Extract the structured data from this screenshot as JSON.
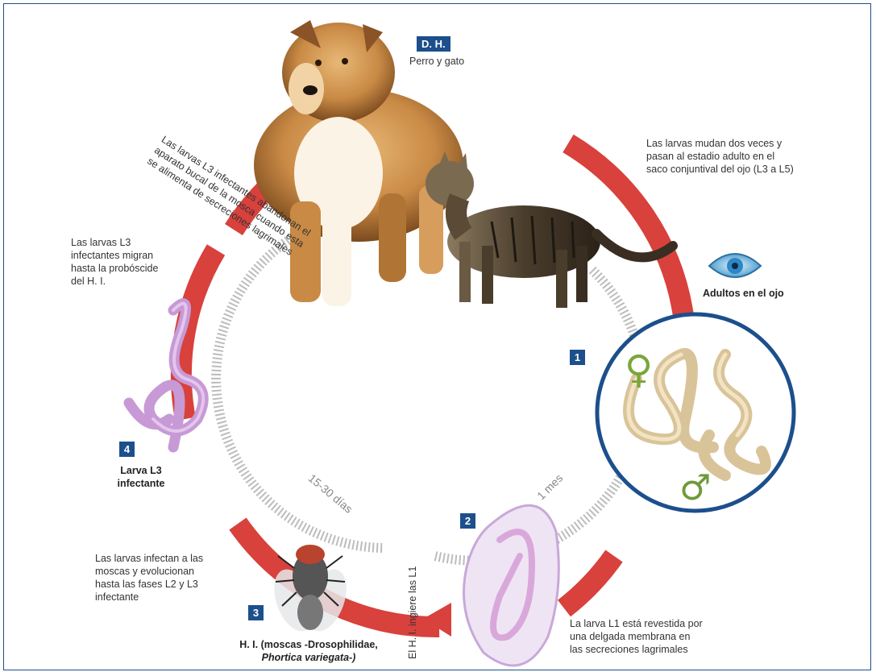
{
  "definitive_host": {
    "badge": "D. H.",
    "label": "Perro y gato"
  },
  "adults_in_eye": {
    "label": "Adultos en el ojo",
    "icon": "eye-icon"
  },
  "notes": {
    "molt_line1": "Las larvas mudan dos veces y",
    "molt_line2": "pasan al estadio adulto en el",
    "molt_line3": "saco conjuntival del ojo (L3 a L5)",
    "leave_line1": "Las larvas L3 infectantes abandonan el",
    "leave_line2": "aparato bucal de la mosca cuando esta",
    "leave_line3": "se alimenta de secreciones lagrimales",
    "migrate_line1": "Las larvas L3",
    "migrate_line2": "infectantes migran",
    "migrate_line3": "hasta la probóscide",
    "migrate_line4": "del H. I.",
    "infect_line1": "Las larvas infectan a las",
    "infect_line2": "moscas y evolucionan",
    "infect_line3": "hasta las fases L2 y L3",
    "infect_line4": "infectante",
    "l1_line1": "La larva L1 está revestida por",
    "l1_line2": "una delgada membrana en",
    "l1_line3": "las secreciones lagrimales",
    "ingest": "El H. I. ingiere las L1"
  },
  "durations": {
    "inner_left": "15-30 días",
    "inner_right": "1 mes"
  },
  "stages": [
    {
      "number": "1"
    },
    {
      "number": "2"
    },
    {
      "number": "3",
      "label_line1": "H. I. (moscas -Drosophilidae,",
      "label_line2": "Phortica variegata-)"
    },
    {
      "number": "4",
      "label_line1": "Larva L3",
      "label_line2": "infectante"
    }
  ],
  "symbols": {
    "female": "♀",
    "male": "♂"
  },
  "colors": {
    "ring": "#d8413c",
    "badge": "#1c4f8c",
    "female": "#7aa63a",
    "male": "#6f9a3a",
    "larva": "#d9a8da",
    "worm": "#e8d2a8",
    "dashes": "#bcbcbc"
  }
}
